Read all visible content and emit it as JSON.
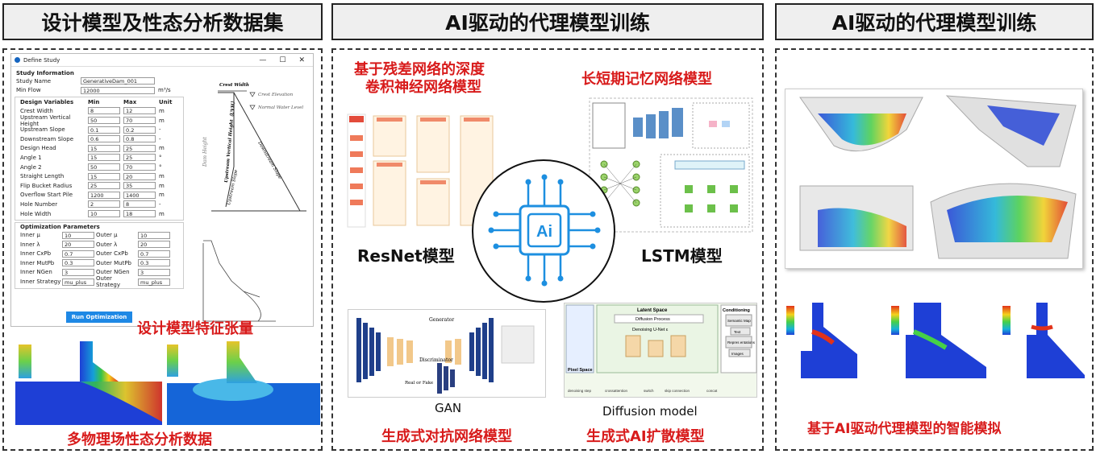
{
  "headers": {
    "left": "设计模型及性态分析数据集",
    "middle": "AI驱动的代理模型训练",
    "right": "AI驱动的代理模型训练"
  },
  "dialog": {
    "title": "Define Study",
    "study_info": "Study Information",
    "study_name_label": "Study Name",
    "study_name_value": "GenerativeDam_001",
    "min_flow_label": "Min Flow",
    "min_flow_value": "12000",
    "min_flow_unit": "m³/s",
    "design_vars": "Design Variables",
    "col_min": "Min",
    "col_max": "Max",
    "col_unit": "Unit",
    "vars": [
      {
        "name": "Crest Width",
        "min": "8",
        "max": "12",
        "unit": "m"
      },
      {
        "name": "Upstream Vertical Height",
        "min": "50",
        "max": "70",
        "unit": "m"
      },
      {
        "name": "Upstream Slope",
        "min": "0.1",
        "max": "0.2",
        "unit": "-"
      },
      {
        "name": "Downstream Slope",
        "min": "0.6",
        "max": "0.8",
        "unit": "-"
      },
      {
        "name": "Design Head",
        "min": "15",
        "max": "25",
        "unit": "m"
      },
      {
        "name": "Angle 1",
        "min": "15",
        "max": "25",
        "unit": "°"
      },
      {
        "name": "Angle 2",
        "min": "50",
        "max": "70",
        "unit": "°"
      },
      {
        "name": "Straight Length",
        "min": "15",
        "max": "20",
        "unit": "m"
      },
      {
        "name": "Flip Bucket Radius",
        "min": "25",
        "max": "35",
        "unit": "m"
      },
      {
        "name": "Overflow Start Pile",
        "min": "1200",
        "max": "1400",
        "unit": "m"
      },
      {
        "name": "Hole Number",
        "min": "2",
        "max": "8",
        "unit": "-"
      },
      {
        "name": "Hole Width",
        "min": "10",
        "max": "18",
        "unit": "m"
      }
    ],
    "opt_params": "Optimization Parameters",
    "opt_rows": [
      {
        "l1": "Inner μ",
        "v1": "10",
        "l2": "Outer μ",
        "v2": "10"
      },
      {
        "l1": "Inner λ",
        "v1": "20",
        "l2": "Outer λ",
        "v2": "20"
      },
      {
        "l1": "Inner CxPb",
        "v1": "0.7",
        "l2": "Outer CxPb",
        "v2": "0.7"
      },
      {
        "l1": "Inner MutPb",
        "v1": "0.3",
        "l2": "Outer MutPb",
        "v2": "0.3"
      },
      {
        "l1": "Inner NGen",
        "v1": "3",
        "l2": "Outer NGen",
        "v2": "3"
      }
    ],
    "inner_strategy_label": "Inner Strategy",
    "inner_strategy_value": "mu_plus",
    "outer_strategy_label": "Outer Strategy",
    "outer_strategy_value": "mu_plus",
    "run_button": "Run Optimization"
  },
  "dam_sketch": {
    "crest_width": "Crest Width",
    "crest_elevation": "Crest Elevation",
    "normal_water_level": "Normal Water Level",
    "dam_height": "Dam Height",
    "upstream_vertical_height": "Upstream Vertical Height（UVH）",
    "upstream_slope": "Upstream Slope",
    "downstream_slope": "Downstream Slope"
  },
  "labels": {
    "design_tensor": "设计模型特征张量",
    "multiphysics": "多物理场性态分析数据",
    "resnet_title_1": "基于残差网络的深度",
    "resnet_title_2": "卷积神经网络模型",
    "lstm_title": "长短期记忆网络模型",
    "resnet": "ResNet模型",
    "lstm": "LSTM模型",
    "ai_chip": "Ai",
    "gan_caption": "GAN",
    "diffusion_caption": "Diffusion model",
    "gan_title": "生成式对抗网络模型",
    "diffusion_title": "生成式AI扩散模型",
    "smart_sim": "基于AI驱动代理模型的智能模拟"
  },
  "diffusion": {
    "latent_space": "Latent Space",
    "diffusion_process": "Diffusion Process",
    "denoising": "Denoising U-Net ε",
    "conditioning": "Conditioning",
    "semantic_map": "Semantic Map",
    "text": "Text",
    "representations": "Repres entations",
    "images": "Images",
    "pixel_space": "Pixel Space",
    "legend": [
      "denoising step",
      "crossattention",
      "switch",
      "skip connection",
      "concat"
    ]
  },
  "gan": {
    "generator": "Generator",
    "discriminator": "Discriminator",
    "real_fake": "Real or Fake"
  },
  "colors": {
    "accent_red": "#d81b1b",
    "chip_blue": "#1d8fe0"
  }
}
